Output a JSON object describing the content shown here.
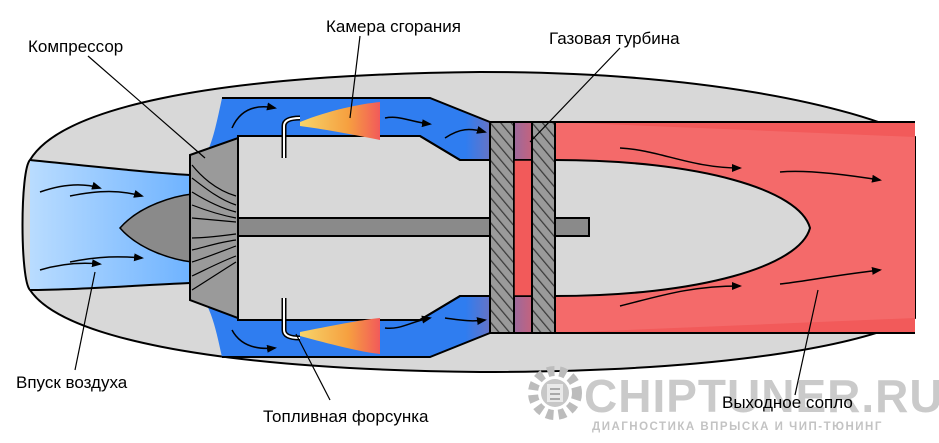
{
  "labels": {
    "compressor": "Компрессор",
    "combustion_chamber": "Камера сгорания",
    "gas_turbine": "Газовая турбина",
    "air_intake": "Впуск воздуха",
    "fuel_injector": "Топливная форсунка",
    "exhaust_nozzle": "Выходное сопло"
  },
  "watermark": {
    "brand": "CHIPTUNER.RU",
    "tagline": "ДИАГНОСТИКА ВПРЫСКА И ЧИП-ТЮНИНГ",
    "icon": "gear-icon"
  },
  "colors": {
    "nacelle": "#d8d8d8",
    "core": "#e4e4e4",
    "cold_air": "#2f7df0",
    "intake_air": "#8cc4ff",
    "hot_gas": "#f25a5a",
    "nozzle_gas": "#f46a6a",
    "flame": "#f0c040",
    "metal": "#8a8a8a",
    "outline": "#000000"
  }
}
